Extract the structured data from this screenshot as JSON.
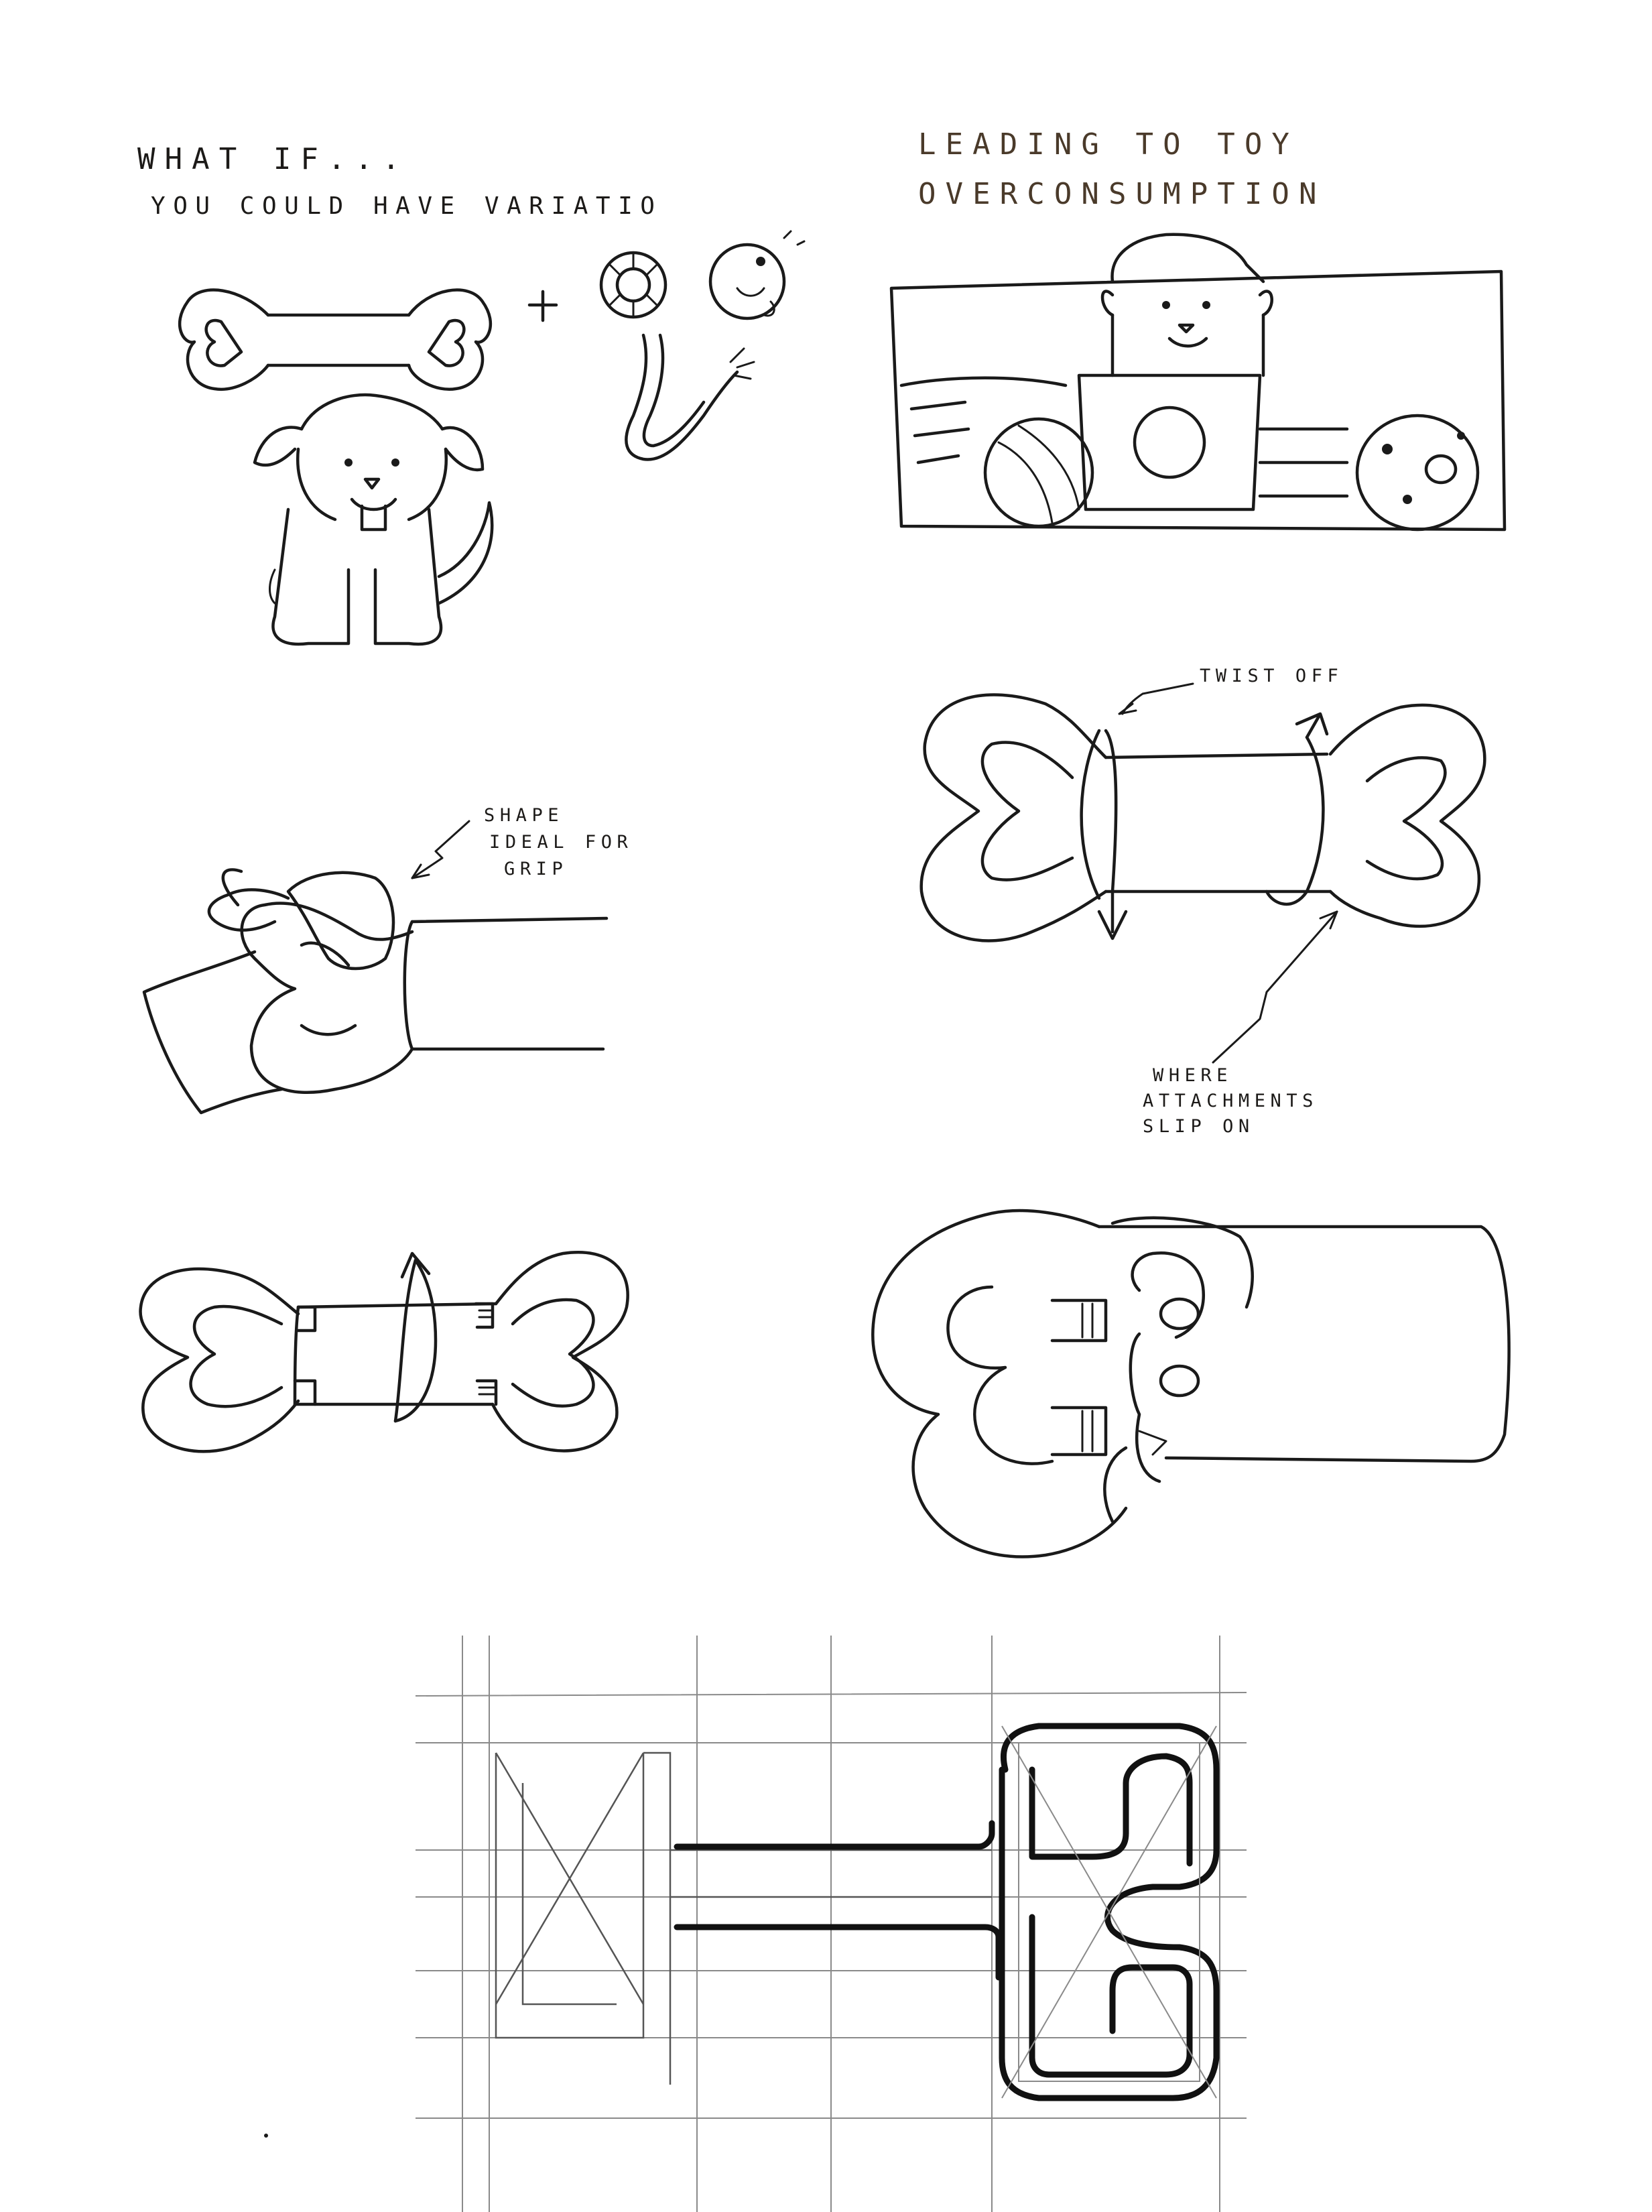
{
  "sketch_page": {
    "panel_1": {
      "caption_line_1": "WHAT IF...",
      "caption_line_2": "YOU COULD HAVE VARIATIO"
    },
    "panel_2": {
      "caption_line_1": "LEADING TO TOY",
      "caption_line_2": "OVERCONSUMPTION"
    },
    "panel_grip": {
      "annotation_line_1": "SHAPE",
      "annotation_line_2": "IDEAL FOR",
      "annotation_line_3": "GRIP"
    },
    "panel_twist": {
      "annotation_twist": "TWIST OFF",
      "annotation_line_1": "WHERE",
      "annotation_line_2": "ATTACHMENTS",
      "annotation_line_3": "SLIP ON"
    }
  },
  "colors": {
    "ink": "#1a1a1a",
    "pencil": "#8a8a8a",
    "paper": "#ffffff",
    "sepia_ink": "#4a3a2a"
  }
}
